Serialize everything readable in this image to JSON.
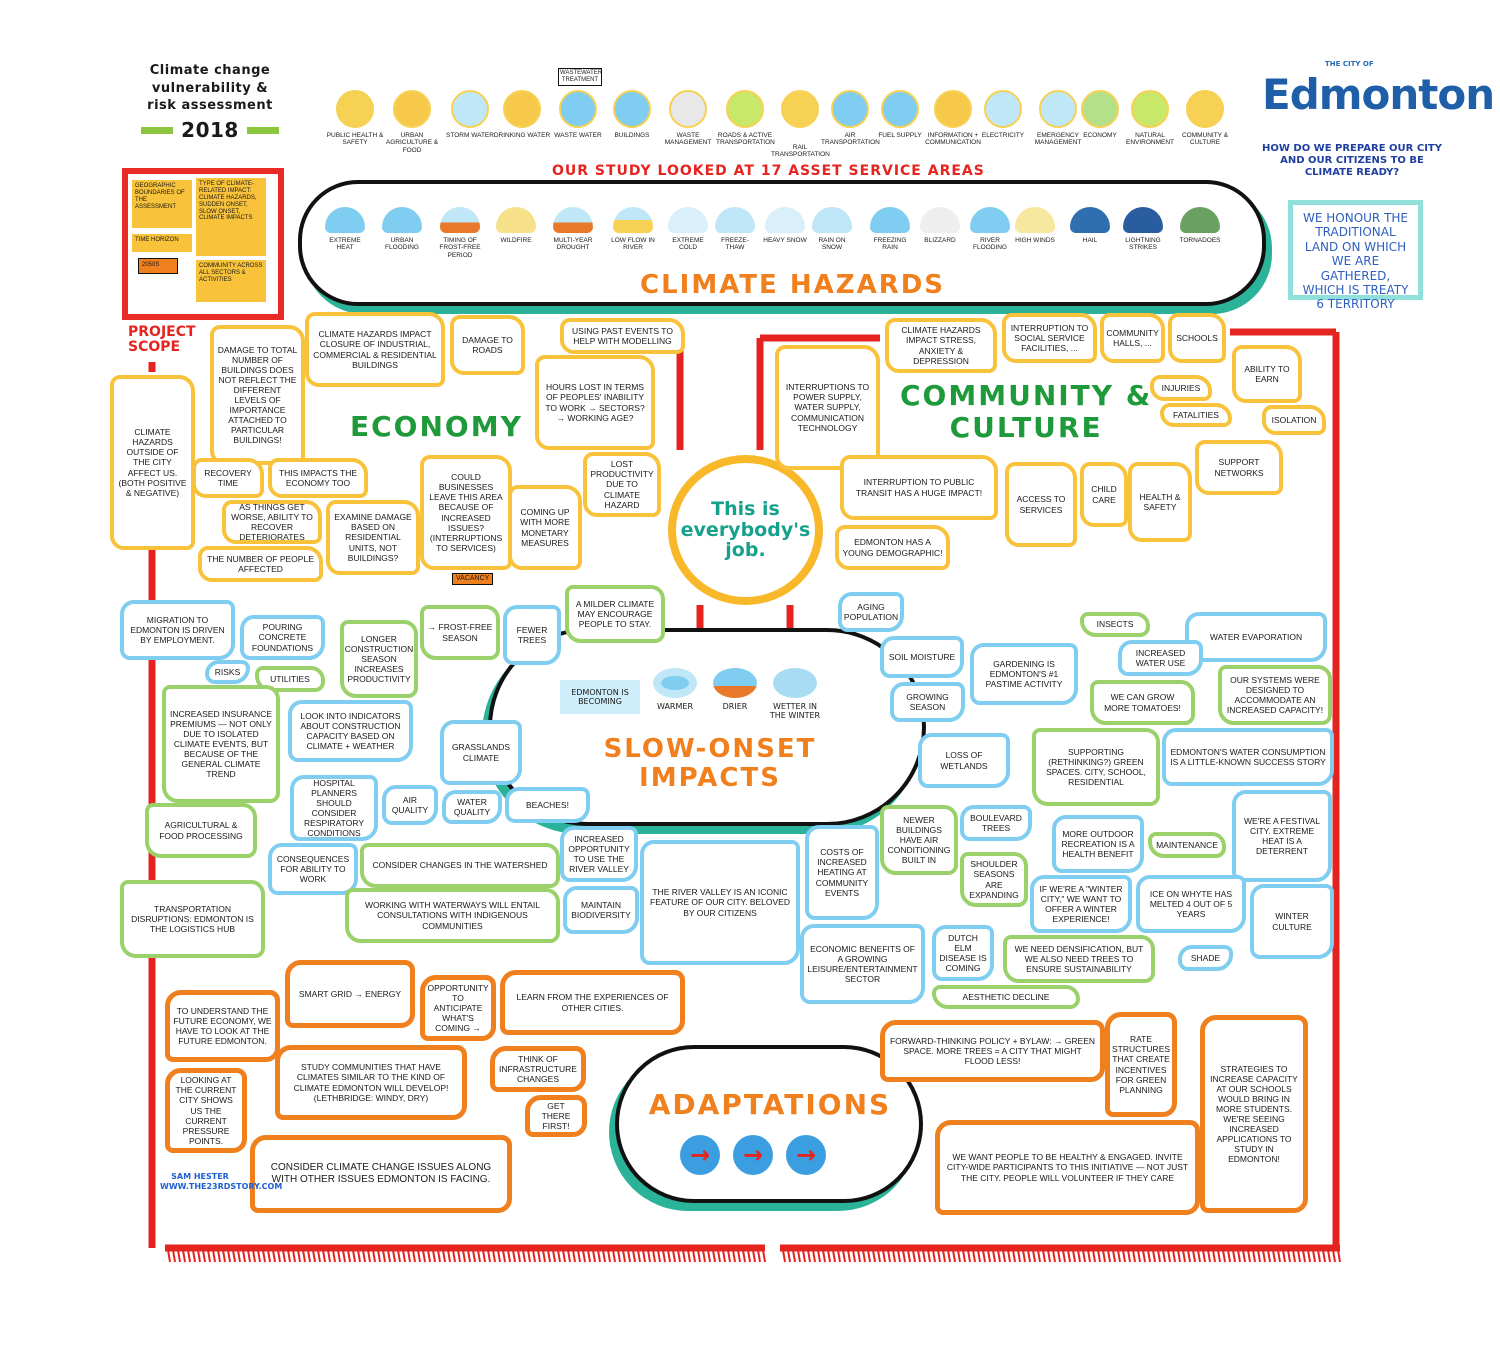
{
  "header": {
    "title_lines": [
      "Climate change",
      "vulnerability &",
      "risk assessment"
    ],
    "year": "2018"
  },
  "assets": {
    "wastewater_treatment_label": "Wastewater treatment",
    "items": [
      "Public health & safety",
      "Urban agriculture & food",
      "Storm water",
      "Drinking water",
      "Waste water",
      "Buildings",
      "Waste management",
      "Roads & active transportation",
      "Rail transportation",
      "Air transportation",
      "Fuel supply",
      "Information + communication",
      "Electricity",
      "Emergency management",
      "Economy",
      "Natural environment",
      "Community & culture"
    ],
    "study_caption": "Our study looked at 17 asset service areas"
  },
  "logo": {
    "small": "The City of",
    "name": "Edmonton"
  },
  "question": "How do we prepare our city and our citizens to be climate ready?",
  "land_acknowledgement": "We honour the traditional land on which we are gathered, which is Treaty 6 territory",
  "hazards": {
    "title": "Climate Hazards",
    "items": [
      "Extreme heat",
      "Urban flooding",
      "Timing of frost-free period",
      "Wildfire",
      "Multi-year drought",
      "Low flow in river",
      "Extreme cold",
      "Freeze-thaw",
      "Heavy snow",
      "Rain on snow",
      "Freezing rain",
      "Blizzard",
      "River flooding",
      "High winds",
      "Hail",
      "Lightning strikes",
      "Tornadoes"
    ]
  },
  "project_scope": {
    "label": "Project Scope",
    "items": [
      "Geographic boundaries of the assessment",
      "Type of climate-related impact: climate hazards, sudden onset, slow onset, climate impacts",
      "Time horizon",
      "2050s",
      "Community across all sectors & activities"
    ]
  },
  "economy": {
    "title": "Economy",
    "notes": [
      "Damage to total number of buildings does not reflect the different levels of importance attached to particular buildings!",
      "Climate hazards impact closure of industrial, commercial & residential buildings",
      "Damage to roads",
      "Climate hazards outside of the city affect us. (Both positive & negative)",
      "Recovery time",
      "This impacts the economy too",
      "As things get worse, ability to recover deteriorates",
      "The number of people affected",
      "Examine damage based on residential units, not buildings?",
      "Could businesses leave this area because of increased issues? (Interruptions to services)",
      "Coming up with more monetary measures",
      "Lost productivity due to climate hazard",
      "Hours lost in terms of peoples' inability to work → sectors? → working age?",
      "Using past events to help with modelling"
    ],
    "vacancy_sign": "Vacancy"
  },
  "community": {
    "title_lines": [
      "Community &",
      "Culture"
    ],
    "notes": [
      "Climate hazards impact stress, anxiety & depression",
      "Interruption to social service facilities, ...",
      "Community halls, ...",
      "Schools",
      "Interruptions to power supply, water supply, communication technology",
      "Injuries",
      "Fatalities",
      "Ability to earn",
      "Isolation",
      "Support networks",
      "Health & safety",
      "Child care",
      "Access to services",
      "Interruption to public transit has a huge impact!",
      "Edmonton has a young demographic!"
    ]
  },
  "center": {
    "text": "This is everybody's job."
  },
  "slow_onset": {
    "title": "Slow-onset impacts",
    "intro": "Edmonton is becoming",
    "items": [
      "Warmer",
      "Drier",
      "Wetter in the winter"
    ],
    "notes_left": [
      "Migration to Edmonton is driven by employment.",
      "Pouring concrete foundations",
      "Utilities",
      "Longer construction season increases productivity",
      "→ Frost-free season",
      "Fewer trees",
      "A milder climate may encourage people to stay.",
      "Increased insurance premiums — not only due to isolated climate events, but because of the general climate trend",
      "Risks",
      "Look into indicators about construction capacity based on climate + weather",
      "Grasslands climate",
      "Agricultural & food processing",
      "Hospital planners should consider respiratory conditions",
      "Air quality",
      "Consequences for ability to work",
      "Beaches!",
      "Water quality",
      "Consider changes in the watershed",
      "Increased opportunity to use the river valley",
      "Working with waterways will entail consultations with indigenous communities",
      "Maintain biodiversity",
      "Transportation disruptions: Edmonton is the logistics hub",
      "The River Valley is an iconic feature of our city. Beloved by our citizens"
    ],
    "notes_right": [
      "Aging population",
      "Soil moisture",
      "Insects",
      "Water evaporation",
      "Gardening is Edmonton's #1 pastime activity",
      "Increased water use",
      "We can grow more tomatoes!",
      "Our systems were designed to accommodate an increased capacity!",
      "Growing season",
      "Loss of wetlands",
      "Supporting (rethinking?) green spaces. City, school, residential",
      "Edmonton's water consumption is a little-known success story",
      "Costs of increased heating at community events",
      "Newer buildings have air conditioning built in",
      "Boulevard trees",
      "Shoulder seasons are expanding",
      "More outdoor recreation is a health benefit",
      "Maintenance",
      "We're a festival city. Extreme heat is a deterrent",
      "If we're a \"winter city,\" we want to offer a winter experience!",
      "Ice on Whyte has melted 4 out of 5 years",
      "Winter culture",
      "Economic benefits of a growing leisure/entertainment sector",
      "Dutch elm disease is coming",
      "We need densification, but we also need trees to ensure sustainability",
      "Shade",
      "Aesthetic decline"
    ]
  },
  "adaptations": {
    "title": "Adaptations",
    "notes": [
      "To understand the future economy, we have to look at the future Edmonton.",
      "Smart grid → energy",
      "Opportunity to anticipate what's coming →",
      "Learn from the experiences of other cities.",
      "Looking at the current city shows us the current pressure points.",
      "Study communities that have climates similar to the kind of climate Edmonton will develop! (Lethbridge: windy, dry)",
      "Think of infrastructure changes",
      "Get there first!",
      "Consider climate change issues along with other issues Edmonton is facing.",
      "Forward-thinking policy + bylaw: → green space. More trees = a city that might flood less!",
      "Rate structures that create incentives for green planning",
      "Strategies to increase capacity at our schools would bring in more students. We're seeing increased applications to study in Edmonton!",
      "We want people to be healthy & engaged. Invite city-wide participants to this initiative — not just the city. People will volunteer if they care"
    ]
  },
  "credit": {
    "name": "Sam Hester",
    "site": "www.the23rdstory.com"
  },
  "colors": {
    "red": "#e52420",
    "orange": "#f07f1e",
    "yellow": "#f8c23a",
    "blue": "#7fcdf0",
    "green": "#9ad16a",
    "teal": "#2bb39a"
  }
}
